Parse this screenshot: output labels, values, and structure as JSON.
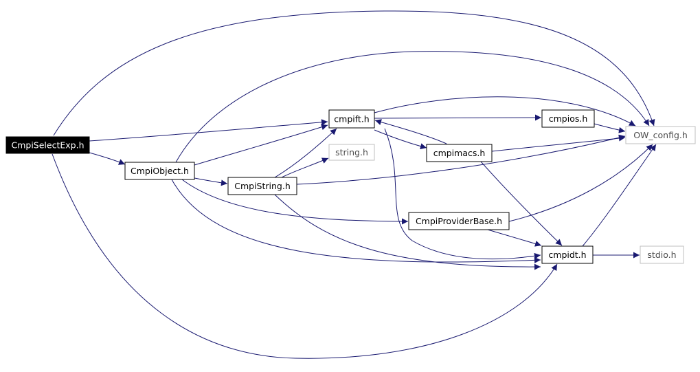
{
  "graph": {
    "colors": {
      "edge": "#191970",
      "node_border": "#000000",
      "node_border_external": "#bfbfbf",
      "node_text": "#000000",
      "node_text_external": "#4d4d4d",
      "highlight_fill": "#000000",
      "highlight_text": "#ffffff"
    },
    "nodes": [
      {
        "id": "cmpiselectexp",
        "label": "CmpiSelectExp.h",
        "style": "highlight"
      },
      {
        "id": "cmpiobject",
        "label": "CmpiObject.h",
        "style": "normal"
      },
      {
        "id": "cmpift",
        "label": "cmpift.h",
        "style": "normal"
      },
      {
        "id": "string",
        "label": "string.h",
        "style": "external"
      },
      {
        "id": "cmpistring",
        "label": "CmpiString.h",
        "style": "normal"
      },
      {
        "id": "cmpios",
        "label": "cmpios.h",
        "style": "normal"
      },
      {
        "id": "cmpimacs",
        "label": "cmpimacs.h",
        "style": "normal"
      },
      {
        "id": "owconfig",
        "label": "OW_config.h",
        "style": "external"
      },
      {
        "id": "cmpiproviderbase",
        "label": "CmpiProviderBase.h",
        "style": "normal"
      },
      {
        "id": "cmpidt",
        "label": "cmpidt.h",
        "style": "normal"
      },
      {
        "id": "stdio",
        "label": "stdio.h",
        "style": "external"
      }
    ],
    "edges": [
      {
        "from": "cmpiselectexp",
        "to": "owconfig"
      },
      {
        "from": "cmpiselectexp",
        "to": "cmpift"
      },
      {
        "from": "cmpiselectexp",
        "to": "cmpiobject"
      },
      {
        "from": "cmpiselectexp",
        "to": "cmpidt"
      },
      {
        "from": "cmpiobject",
        "to": "owconfig"
      },
      {
        "from": "cmpiobject",
        "to": "cmpift"
      },
      {
        "from": "cmpiobject",
        "to": "cmpistring"
      },
      {
        "from": "cmpiobject",
        "to": "cmpiproviderbase"
      },
      {
        "from": "cmpiobject",
        "to": "cmpidt"
      },
      {
        "from": "cmpistring",
        "to": "cmpift"
      },
      {
        "from": "cmpistring",
        "to": "string"
      },
      {
        "from": "cmpistring",
        "to": "owconfig"
      },
      {
        "from": "cmpistring",
        "to": "cmpidt"
      },
      {
        "from": "cmpift",
        "to": "owconfig"
      },
      {
        "from": "cmpift",
        "to": "cmpios"
      },
      {
        "from": "cmpift",
        "to": "cmpimacs"
      },
      {
        "from": "cmpift",
        "to": "cmpidt"
      },
      {
        "from": "cmpimacs",
        "to": "cmpift"
      },
      {
        "from": "cmpimacs",
        "to": "owconfig"
      },
      {
        "from": "cmpimacs",
        "to": "cmpidt"
      },
      {
        "from": "cmpios",
        "to": "owconfig"
      },
      {
        "from": "cmpiproviderbase",
        "to": "owconfig"
      },
      {
        "from": "cmpiproviderbase",
        "to": "cmpidt"
      },
      {
        "from": "cmpidt",
        "to": "owconfig"
      },
      {
        "from": "cmpidt",
        "to": "stdio"
      }
    ]
  }
}
